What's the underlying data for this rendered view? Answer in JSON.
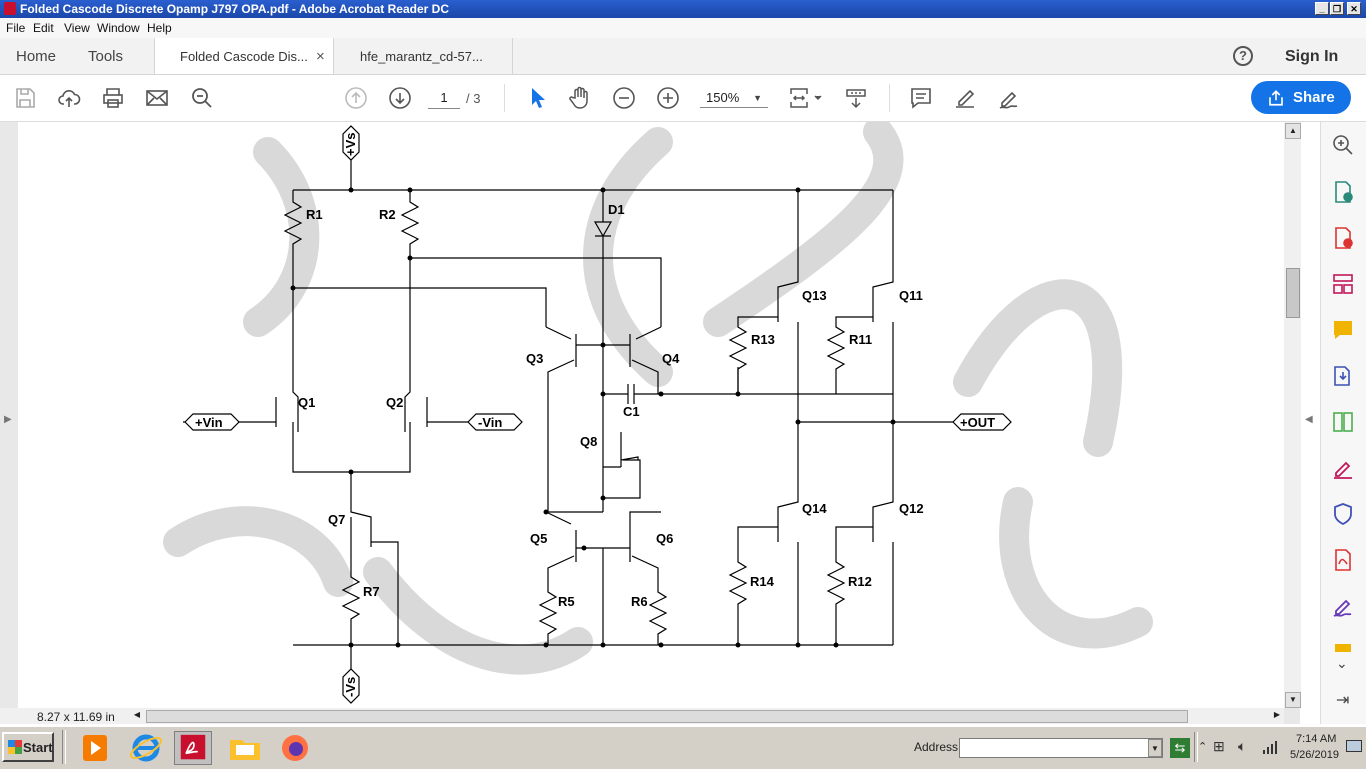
{
  "window": {
    "title": "Folded Cascode Discrete Opamp J797 OPA.pdf - Adobe Acrobat Reader DC"
  },
  "menu": [
    "File",
    "Edit",
    "View",
    "Window",
    "Help"
  ],
  "nav": {
    "home": "Home",
    "tools": "Tools"
  },
  "tabs": [
    {
      "label": "Folded Cascode Dis...",
      "close": "×"
    },
    {
      "label": "hfe_marantz_cd-57..."
    }
  ],
  "header": {
    "help": "?",
    "sign_in": "Sign In"
  },
  "toolbar": {
    "page_current": "1",
    "page_total": "/ 3",
    "zoom": "150%",
    "share": "Share"
  },
  "status": {
    "page_size": "8.27 x 11.69 in"
  },
  "schematic": {
    "labels": {
      "vs_pos": "+Vs",
      "vs_neg": "-Vs",
      "vin_pos": "+Vin",
      "vin_neg": "-Vin",
      "out": "+OUT"
    },
    "components": [
      "R1",
      "R2",
      "D1",
      "Q13",
      "Q11",
      "Q3",
      "Q4",
      "R13",
      "R11",
      "Q1",
      "Q2",
      "C1",
      "Q8",
      "Q7",
      "Q5",
      "Q6",
      "Q14",
      "Q12",
      "R7",
      "R5",
      "R6",
      "R14",
      "R12"
    ]
  },
  "taskbar": {
    "start": "Start",
    "address_label": "Address",
    "time": "7:14 AM",
    "date": "5/26/2019"
  },
  "colors": {
    "accent": "#1473e6",
    "titlebar": "#1b47a8",
    "taskbar": "#d4d0c8"
  }
}
